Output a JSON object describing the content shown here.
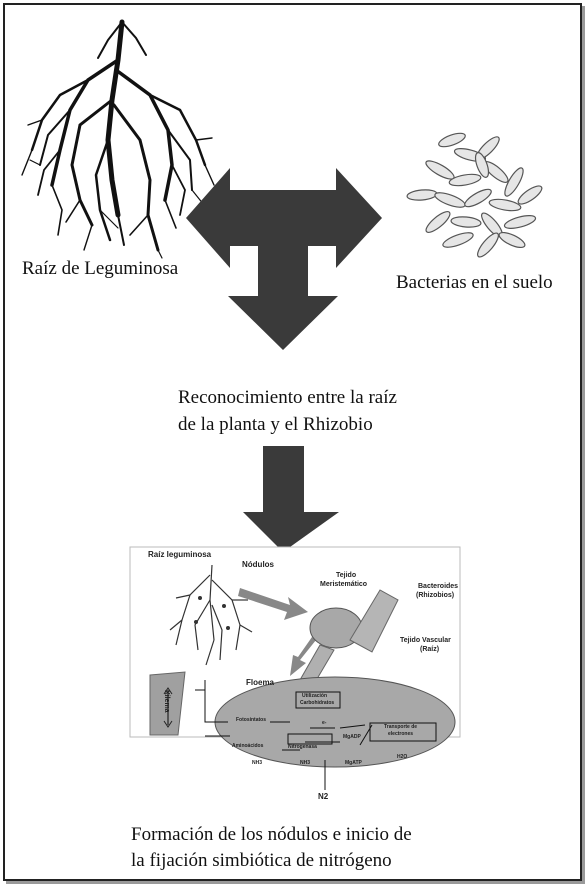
{
  "labels": {
    "root": "Raíz de Leguminosa",
    "bacteria": "Bacterias en el suelo",
    "recognition_line1": "Reconocimiento entre la raíz",
    "recognition_line2": "de la planta y el Rhizobio",
    "formation_line1": "Formación de los nódulos e inicio de",
    "formation_line2": "la fijación simbiótica de nitrógeno"
  },
  "inset": {
    "raiz_leguminosa": "Raíz leguminosa",
    "nodulos": "Nódulos",
    "tejido_meristematico_1": "Tejido",
    "tejido_meristematico_2": "Meristemático",
    "bacteroides_1": "Bacteroides",
    "bacteroides_2": "(Rhizobios)",
    "tejido_vascular_1": "Tejido Vascular",
    "tejido_vascular_2": "(Raíz)",
    "floema": "Floema",
    "xilema": "Xilema",
    "utilizacion_1": "Utilización",
    "utilizacion_2": "Carbohidratos",
    "fotosintatos": "Fotosintatos",
    "transporte_1": "Transporte de",
    "transporte_2": "electrones",
    "mgadp": "MgADP",
    "mgatp": "MgATP",
    "aminoacidos": "Aminoácidos",
    "nitrogenasa": "Nitrogenasa",
    "nh3_1": "NH3",
    "nh3_2": "NH3",
    "h2o": "H2O",
    "eminus": "e-",
    "n2": "N2"
  },
  "colors": {
    "arrow": "#3a3a3a",
    "bacteria_fill": "#e6e6e6",
    "nodule_fill": "#a8a8a8",
    "root_stroke": "#111111"
  }
}
